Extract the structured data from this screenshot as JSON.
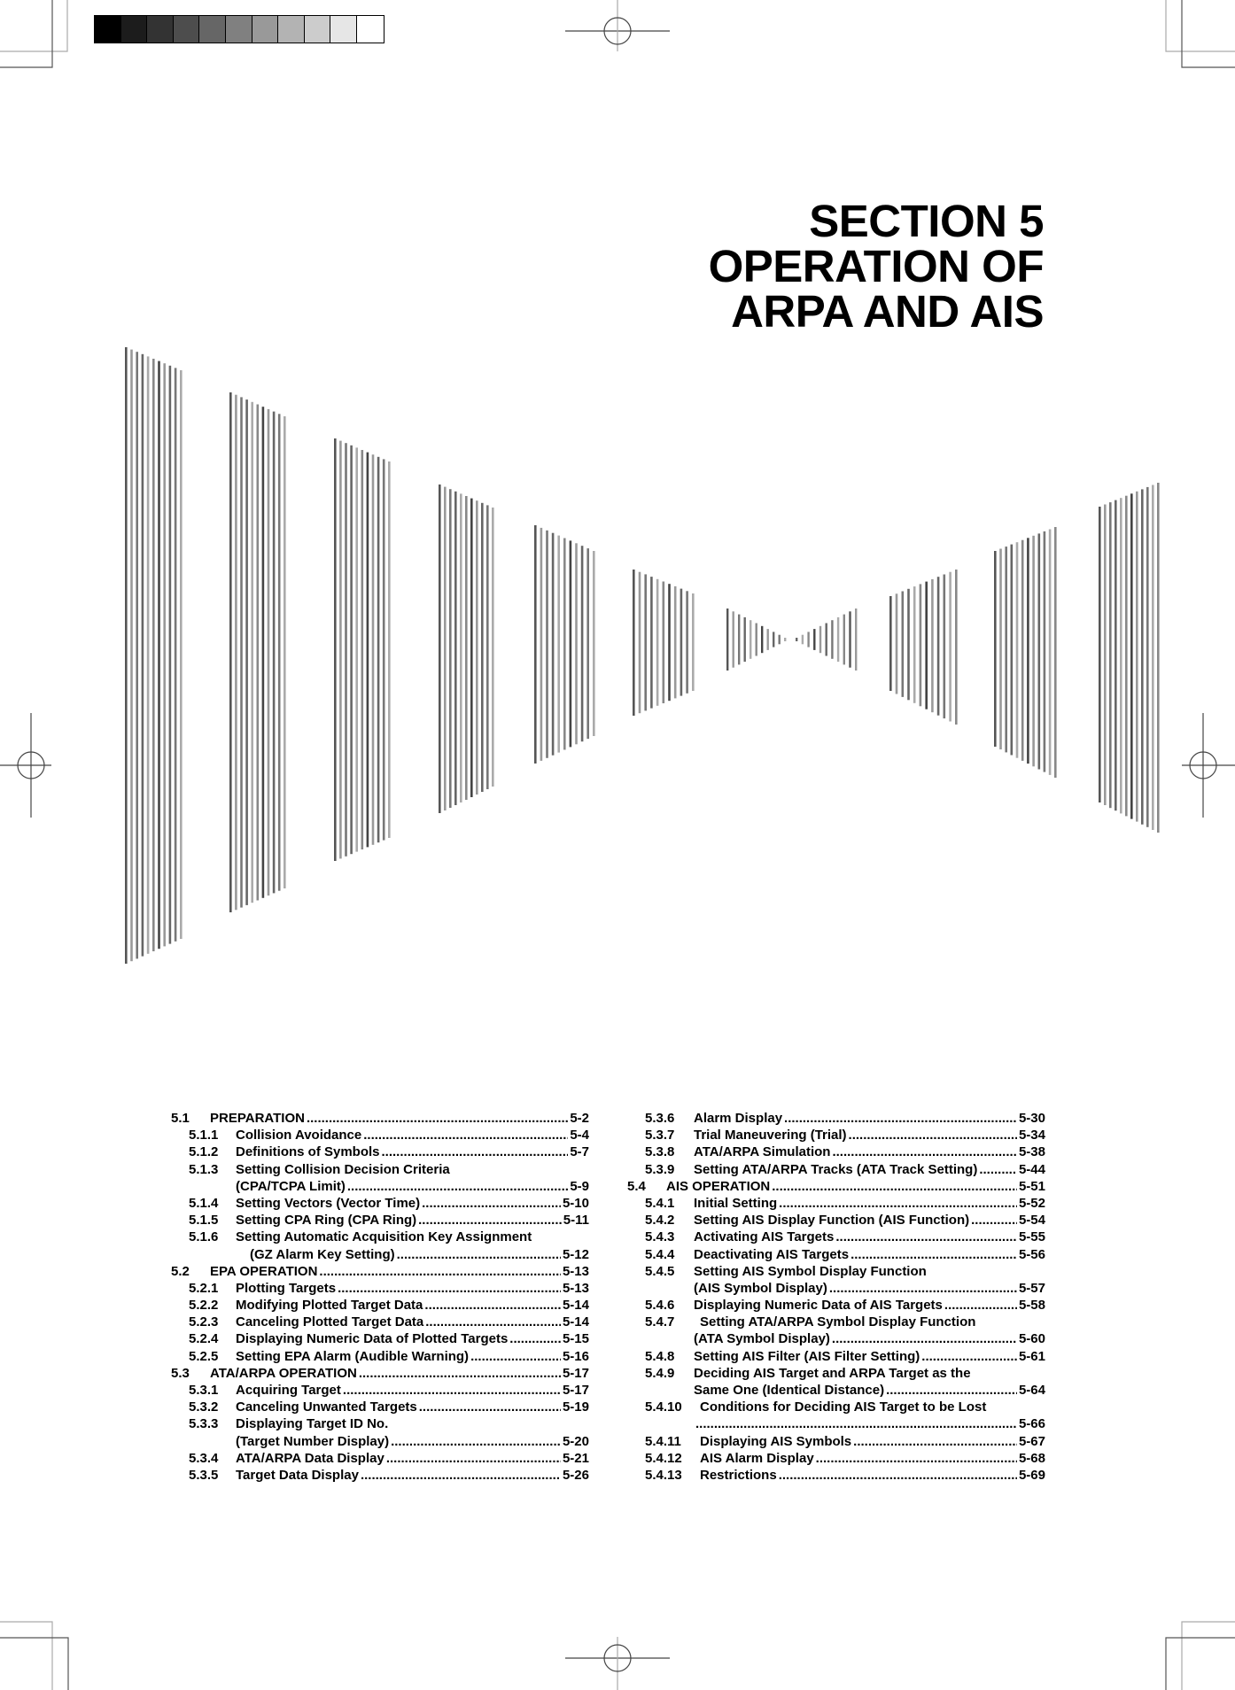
{
  "print_marks": {
    "gray_scale_swatches": [
      "#000000",
      "#1c1c1c",
      "#333333",
      "#4d4d4d",
      "#666666",
      "#808080",
      "#999999",
      "#b3b3b3",
      "#cccccc",
      "#e6e6e6",
      "#ffffff"
    ]
  },
  "header": {
    "title_lines": [
      "SECTION 5",
      "OPERATION OF",
      "ARPA AND AIS"
    ]
  },
  "toc": {
    "left": [
      {
        "level": 1,
        "num": "5.1",
        "text": "PREPARATION",
        "page": "5-2"
      },
      {
        "level": 2,
        "num": "5.1.1",
        "text": "Collision Avoidance",
        "page": "5-4"
      },
      {
        "level": 2,
        "num": "5.1.2",
        "text": "Definitions of Symbols",
        "page": "5-7"
      },
      {
        "level": 2,
        "num": "5.1.3",
        "text": "Setting Collision Decision Criteria",
        "page": ""
      },
      {
        "level": 3,
        "num": "",
        "text": "(CPA/TCPA Limit)",
        "page": "5-9"
      },
      {
        "level": 2,
        "num": "5.1.4",
        "text": "Setting Vectors (Vector Time)",
        "page": "5-10"
      },
      {
        "level": 2,
        "num": "5.1.5",
        "text": "Setting CPA Ring (CPA Ring)",
        "page": "5-11"
      },
      {
        "level": 2,
        "num": "5.1.6",
        "text": "Setting Automatic Acquisition Key Assignment",
        "page": ""
      },
      {
        "level": 4,
        "num": "",
        "text": "(GZ Alarm Key Setting)",
        "page": "5-12"
      },
      {
        "level": 1,
        "num": "5.2",
        "text": "EPA OPERATION",
        "page": "5-13"
      },
      {
        "level": 2,
        "num": "5.2.1",
        "text": "Plotting Targets",
        "page": "5-13"
      },
      {
        "level": 2,
        "num": "5.2.2",
        "text": "Modifying Plotted Target Data",
        "page": "5-14"
      },
      {
        "level": 2,
        "num": "5.2.3",
        "text": "Canceling Plotted Target Data",
        "page": "5-14"
      },
      {
        "level": 2,
        "num": "5.2.4",
        "text": "Displaying Numeric Data of Plotted Targets",
        "page": "5-15"
      },
      {
        "level": 2,
        "num": "5.2.5",
        "text": "Setting EPA Alarm (Audible Warning)",
        "page": "5-16"
      },
      {
        "level": 1,
        "num": "5.3",
        "text": "ATA/ARPA OPERATION",
        "page": "5-17"
      },
      {
        "level": 2,
        "num": "5.3.1",
        "text": "Acquiring Target",
        "page": "5-17"
      },
      {
        "level": 2,
        "num": "5.3.2",
        "text": "Canceling Unwanted Targets",
        "page": "5-19"
      },
      {
        "level": 2,
        "num": "5.3.3",
        "text": "Displaying Target ID No.",
        "page": ""
      },
      {
        "level": 3,
        "num": "",
        "text": "(Target Number Display)",
        "page": "5-20"
      },
      {
        "level": 2,
        "num": "5.3.4",
        "text": "ATA/ARPA Data Display",
        "page": "5-21"
      },
      {
        "level": 2,
        "num": "5.3.5",
        "text": "Target Data Display",
        "page": "5-26"
      }
    ],
    "right": [
      {
        "level": 2,
        "num": "5.3.6",
        "text": "Alarm Display",
        "page": "5-30"
      },
      {
        "level": 2,
        "num": "5.3.7",
        "text": "Trial Maneuvering (Trial)",
        "page": "5-34"
      },
      {
        "level": 2,
        "num": "5.3.8",
        "text": "ATA/ARPA Simulation",
        "page": "5-38"
      },
      {
        "level": 2,
        "num": "5.3.9",
        "text": "Setting ATA/ARPA Tracks (ATA Track Setting)",
        "page": "5-44"
      },
      {
        "level": 1,
        "num": "5.4",
        "text": "AIS OPERATION",
        "page": "5-51"
      },
      {
        "level": 2,
        "num": "5.4.1",
        "text": "Initial Setting",
        "page": "5-52"
      },
      {
        "level": 2,
        "num": "5.4.2",
        "text": "Setting AIS Display Function (AIS Function)",
        "page": "5-54"
      },
      {
        "level": 2,
        "num": "5.4.3",
        "text": "Activating AIS Targets",
        "page": "5-55"
      },
      {
        "level": 2,
        "num": "5.4.4",
        "text": "Deactivating AIS Targets",
        "page": "5-56"
      },
      {
        "level": 2,
        "num": "5.4.5",
        "text": "Setting AIS Symbol Display Function",
        "page": ""
      },
      {
        "level": 3,
        "num": "",
        "text": "(AIS Symbol Display)",
        "page": "5-57"
      },
      {
        "level": 2,
        "num": "5.4.6",
        "text": "Displaying Numeric Data of AIS Targets",
        "page": "5-58"
      },
      {
        "level": 2,
        "num": "5.4.7",
        "text": "Setting ATA/ARPA Symbol Display Function",
        "page": "",
        "wide": true
      },
      {
        "level": 3,
        "num": "",
        "text": "(ATA Symbol Display)",
        "page": "5-60"
      },
      {
        "level": 2,
        "num": "5.4.8",
        "text": "Setting AIS Filter (AIS Filter Setting)",
        "page": "5-61"
      },
      {
        "level": 2,
        "num": "5.4.9",
        "text": "Deciding AIS Target and ARPA Target as the",
        "page": ""
      },
      {
        "level": 3,
        "num": "",
        "text": "Same One (Identical Distance)",
        "page": "5-64"
      },
      {
        "level": 2,
        "num": "5.4.10",
        "text": "Conditions for Deciding AIS Target to be Lost",
        "page": "",
        "wide": true
      },
      {
        "level": 3,
        "num": "",
        "text": "",
        "page": "5-66"
      },
      {
        "level": 2,
        "num": "5.4.11",
        "text": "Displaying AIS Symbols",
        "page": "5-67",
        "wide": true
      },
      {
        "level": 2,
        "num": "5.4.12",
        "text": "AIS Alarm Display",
        "page": "5-68",
        "wide": true
      },
      {
        "level": 2,
        "num": "5.4.13",
        "text": "Restrictions",
        "page": "5-69",
        "wide": true
      }
    ]
  }
}
